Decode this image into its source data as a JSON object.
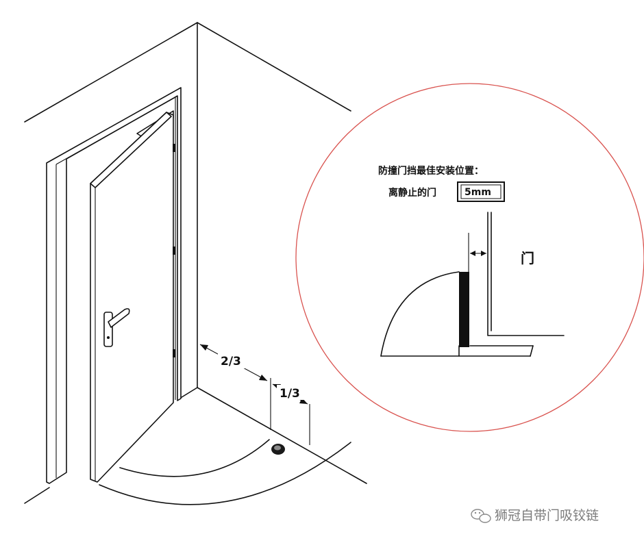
{
  "labels": {
    "two_thirds": "2/3",
    "one_third": "1/3",
    "install_title": "防撞门挡最佳安装位置：",
    "distance_label": "离静止的门",
    "gap_value": "5mm",
    "door_label": "门"
  },
  "watermark": {
    "text": "狮冠自带门吸铰链",
    "icon": "wechat-icon"
  },
  "colors": {
    "line": "#111111",
    "detail_circle": "#d9534f",
    "watermark": "#7c7c7c"
  }
}
